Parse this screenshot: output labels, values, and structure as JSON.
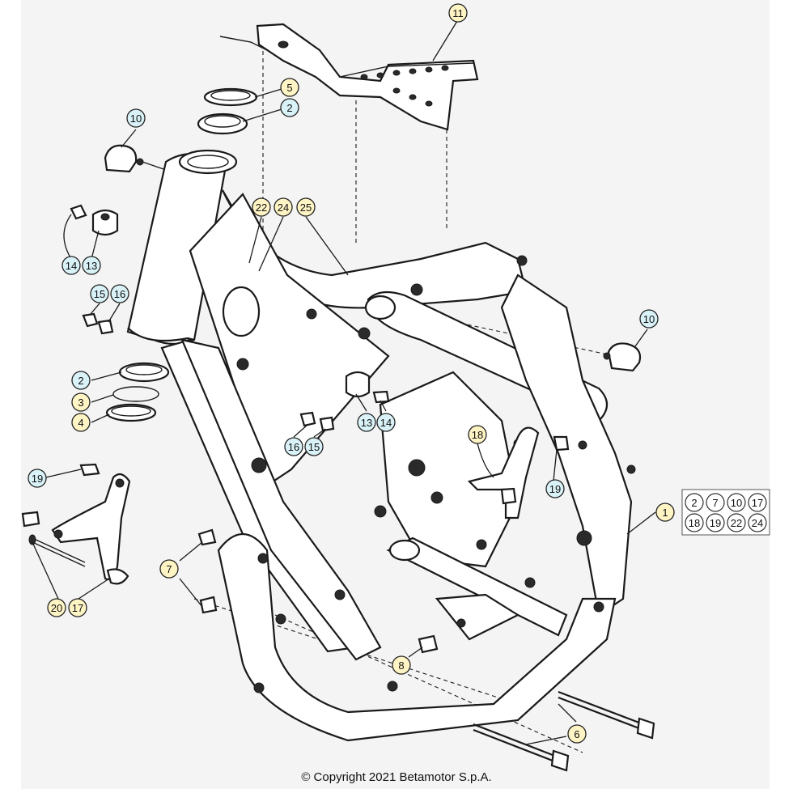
{
  "colors": {
    "callout_yellow": "#fff4c4",
    "callout_cyan": "#d9f2f7",
    "background": "#f4f4f4"
  },
  "callouts": [
    {
      "label": "11",
      "style": "yellow"
    },
    {
      "label": "5",
      "style": "yellow"
    },
    {
      "label": "2",
      "style": "cyan"
    },
    {
      "label": "10",
      "style": "cyan"
    },
    {
      "label": "22",
      "style": "yellow"
    },
    {
      "label": "24",
      "style": "yellow"
    },
    {
      "label": "25",
      "style": "yellow"
    },
    {
      "label": "14",
      "style": "cyan"
    },
    {
      "label": "13",
      "style": "cyan"
    },
    {
      "label": "15",
      "style": "cyan"
    },
    {
      "label": "16",
      "style": "cyan"
    },
    {
      "label": "10",
      "style": "cyan"
    },
    {
      "label": "2",
      "style": "cyan"
    },
    {
      "label": "3",
      "style": "yellow"
    },
    {
      "label": "4",
      "style": "yellow"
    },
    {
      "label": "13",
      "style": "cyan"
    },
    {
      "label": "14",
      "style": "cyan"
    },
    {
      "label": "16",
      "style": "cyan"
    },
    {
      "label": "15",
      "style": "cyan"
    },
    {
      "label": "18",
      "style": "yellow"
    },
    {
      "label": "19",
      "style": "cyan"
    },
    {
      "label": "19",
      "style": "cyan"
    },
    {
      "label": "1",
      "style": "yellow"
    },
    {
      "label": "7",
      "style": "yellow"
    },
    {
      "label": "20",
      "style": "yellow"
    },
    {
      "label": "17",
      "style": "yellow"
    },
    {
      "label": "8",
      "style": "yellow"
    },
    {
      "label": "6",
      "style": "yellow"
    }
  ],
  "legend": {
    "row1": [
      "2",
      "7",
      "10",
      "17"
    ],
    "row2": [
      "18",
      "19",
      "22",
      "24"
    ]
  },
  "copyright": "© Copyright 2021 Betamotor S.p.A."
}
